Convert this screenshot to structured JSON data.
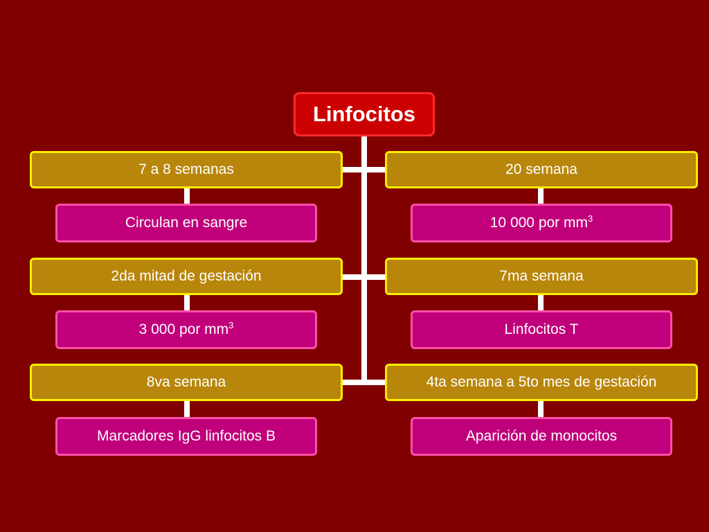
{
  "root": {
    "label": "Linfocitos"
  },
  "left": [
    {
      "stage": "7 a 8 semanas",
      "detail": "Circulan en sangre",
      "detail_sup": ""
    },
    {
      "stage": "2da mitad de gestación",
      "detail": "3 000 por mm",
      "detail_sup": "3"
    },
    {
      "stage": "8va semana",
      "detail": "Marcadores IgG linfocitos B",
      "detail_sup": ""
    }
  ],
  "right": [
    {
      "stage": "20 semana",
      "detail": "10 000 por mm",
      "detail_sup": "3"
    },
    {
      "stage": "7ma semana",
      "detail": "Linfocitos T",
      "detail_sup": ""
    },
    {
      "stage": "4ta semana a 5to mes de gestación",
      "detail": "Aparición de monocitos",
      "detail_sup": ""
    }
  ],
  "colors": {
    "background": "#800000",
    "root_fill": "#cc0000",
    "stage_fill": "#b8860b",
    "stage_border": "#ffee00",
    "detail_fill": "#c0007a",
    "detail_border": "#ff4fa8",
    "connector": "#ffffff"
  }
}
